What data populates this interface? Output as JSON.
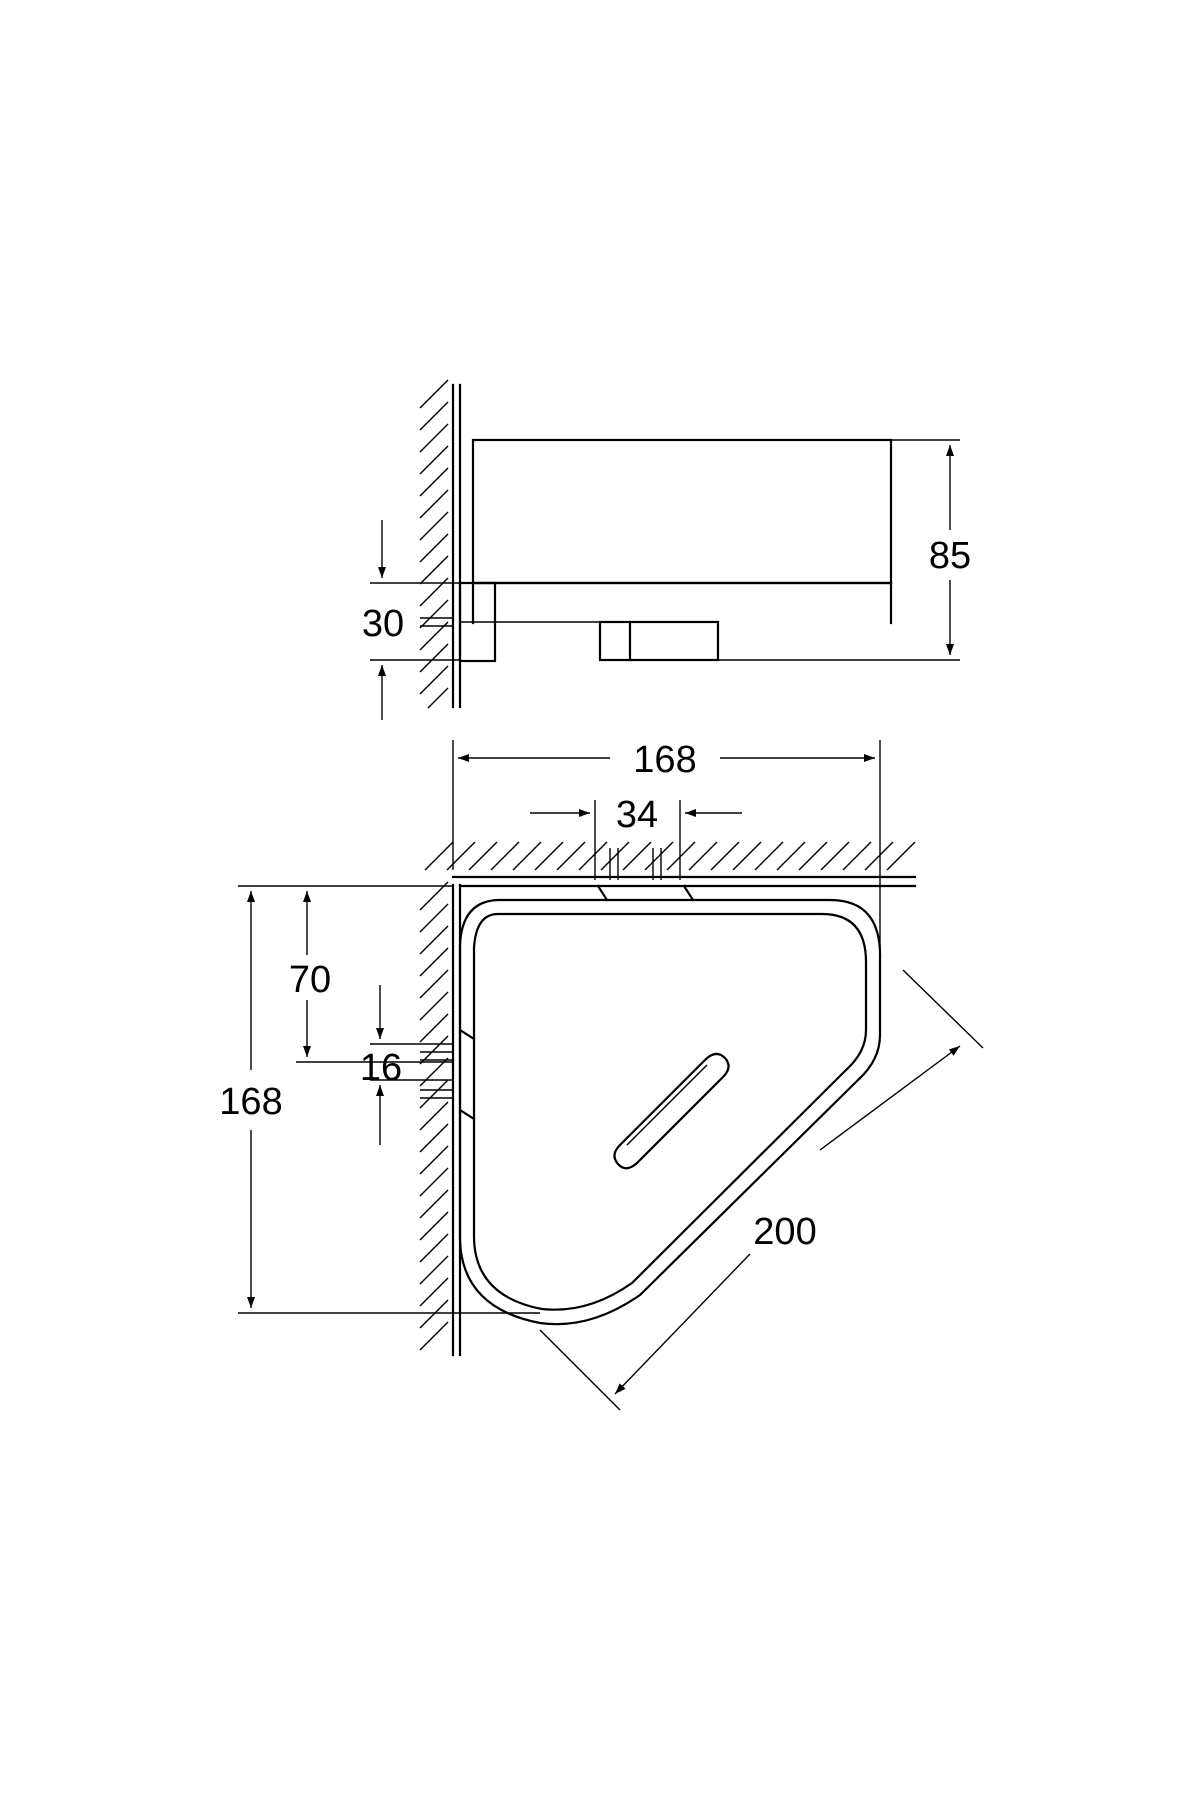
{
  "diagram": {
    "side_view": {
      "height_label": "85",
      "mount_label": "30"
    },
    "top_view": {
      "width_label": "168",
      "slot_spacing_label": "34",
      "depth_label": "168",
      "mount_offset_label": "70",
      "mount_height_label": "16",
      "diagonal_label": "200"
    }
  }
}
